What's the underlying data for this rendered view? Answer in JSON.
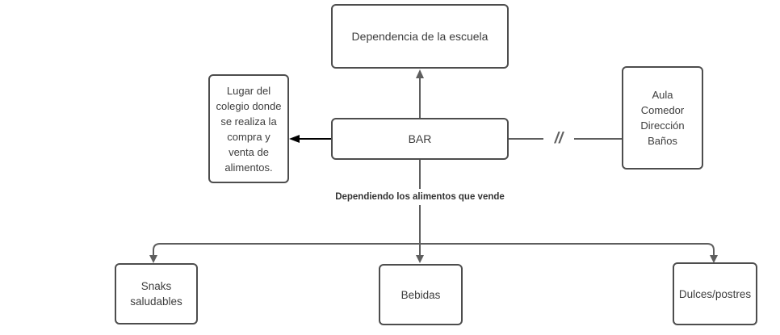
{
  "diagram": {
    "background_color": "#ffffff",
    "box_border_color": "#4d4d4d",
    "connector_color": "#5e5e5e",
    "black_connector_color": "#000000",
    "nodes": {
      "dependencia": {
        "label": "Dependencia de la escuela"
      },
      "bar": {
        "label": "BAR"
      },
      "lugar": {
        "label": "Lugar del colegio donde se realiza la compra y venta de alimentos."
      },
      "aula": {
        "lines": [
          "Aula",
          "Comedor",
          "Dirección",
          "Baños"
        ]
      },
      "snaks": {
        "label": "Snaks saludables"
      },
      "bebidas": {
        "label": "Bebidas"
      },
      "dulces": {
        "label": "Dulces/postres"
      }
    },
    "branch_label": "Dependiendo los alimentos que vende",
    "break_label": "//"
  }
}
